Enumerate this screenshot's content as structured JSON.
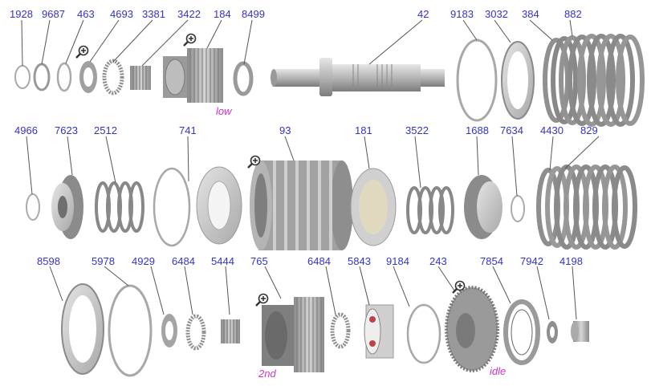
{
  "labels": {
    "p1928": "1928",
    "p9687": "9687",
    "p463": "463",
    "p4693": "4693",
    "p3381": "3381",
    "p3422": "3422",
    "p184": "184",
    "p8499": "8499",
    "p42": "42",
    "p9183": "9183",
    "p3032": "3032",
    "p384": "384",
    "p882": "882",
    "p4966": "4966",
    "p7623": "7623",
    "p2512": "2512",
    "p741": "741",
    "p93": "93",
    "p181": "181",
    "p3522": "3522",
    "p1688": "1688",
    "p7634": "7634",
    "p4430": "4430",
    "p829": "829",
    "p8598": "8598",
    "p5978": "5978",
    "p4929": "4929",
    "p6484a": "6484",
    "p5444": "5444",
    "p765": "765",
    "p6484b": "6484",
    "p5843": "5843",
    "p9184": "9184",
    "p243": "243",
    "p7854": "7854",
    "p7942": "7942",
    "p4198": "4198"
  },
  "notes": {
    "low": "low",
    "second": "2nd",
    "idle": "idle"
  },
  "icons": {
    "zoom": "zoom-in-magnifier-icon"
  },
  "colors": {
    "label": "#3333cc",
    "note": "#cc33cc",
    "part": "#9a9a9a"
  }
}
